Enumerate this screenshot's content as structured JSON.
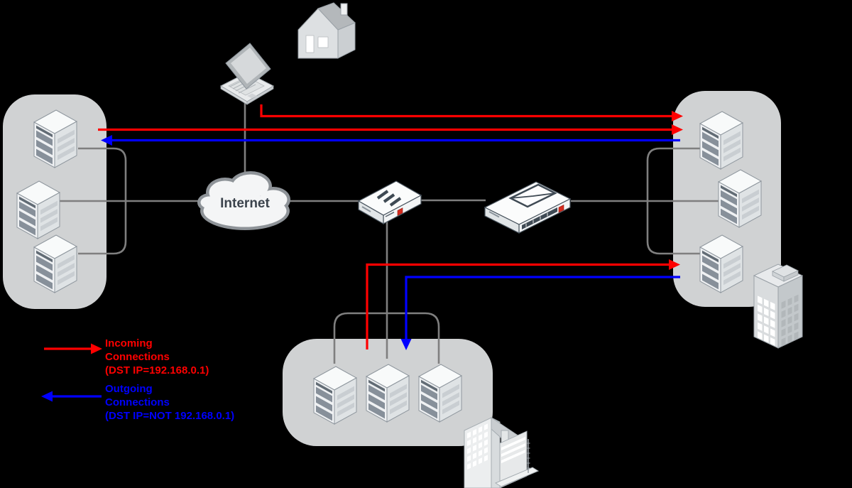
{
  "colors": {
    "background": "#000000",
    "zone_fill": "#d0d2d3",
    "connector": "#7f7f7f",
    "incoming": "#ff0000",
    "outgoing": "#0000ff"
  },
  "cloud": {
    "label": "Internet"
  },
  "legend": {
    "incoming": {
      "color": "#ff0000",
      "lines": [
        "Incoming",
        "Connections",
        "(DST IP=192.168.0.1)"
      ]
    },
    "outgoing": {
      "color": "#0000ff",
      "lines": [
        "Outgoing",
        "Connections",
        "(DST IP=NOT 192.168.0.1)"
      ]
    }
  },
  "zones": {
    "left_lan": {
      "server_count": 3
    },
    "right_lan": {
      "server_count": 3
    },
    "dmz": {
      "server_count": 3
    }
  },
  "icons": {
    "cloud": "internet-cloud-icon",
    "firewall": "firewall-appliance-icon",
    "mail_gateway": "mail-gateway-appliance-icon",
    "server": "server-tower-icon",
    "laptop": "laptop-icon",
    "house": "house-icon",
    "office_building": "office-building-icon",
    "factory_building": "factory-building-icon"
  }
}
